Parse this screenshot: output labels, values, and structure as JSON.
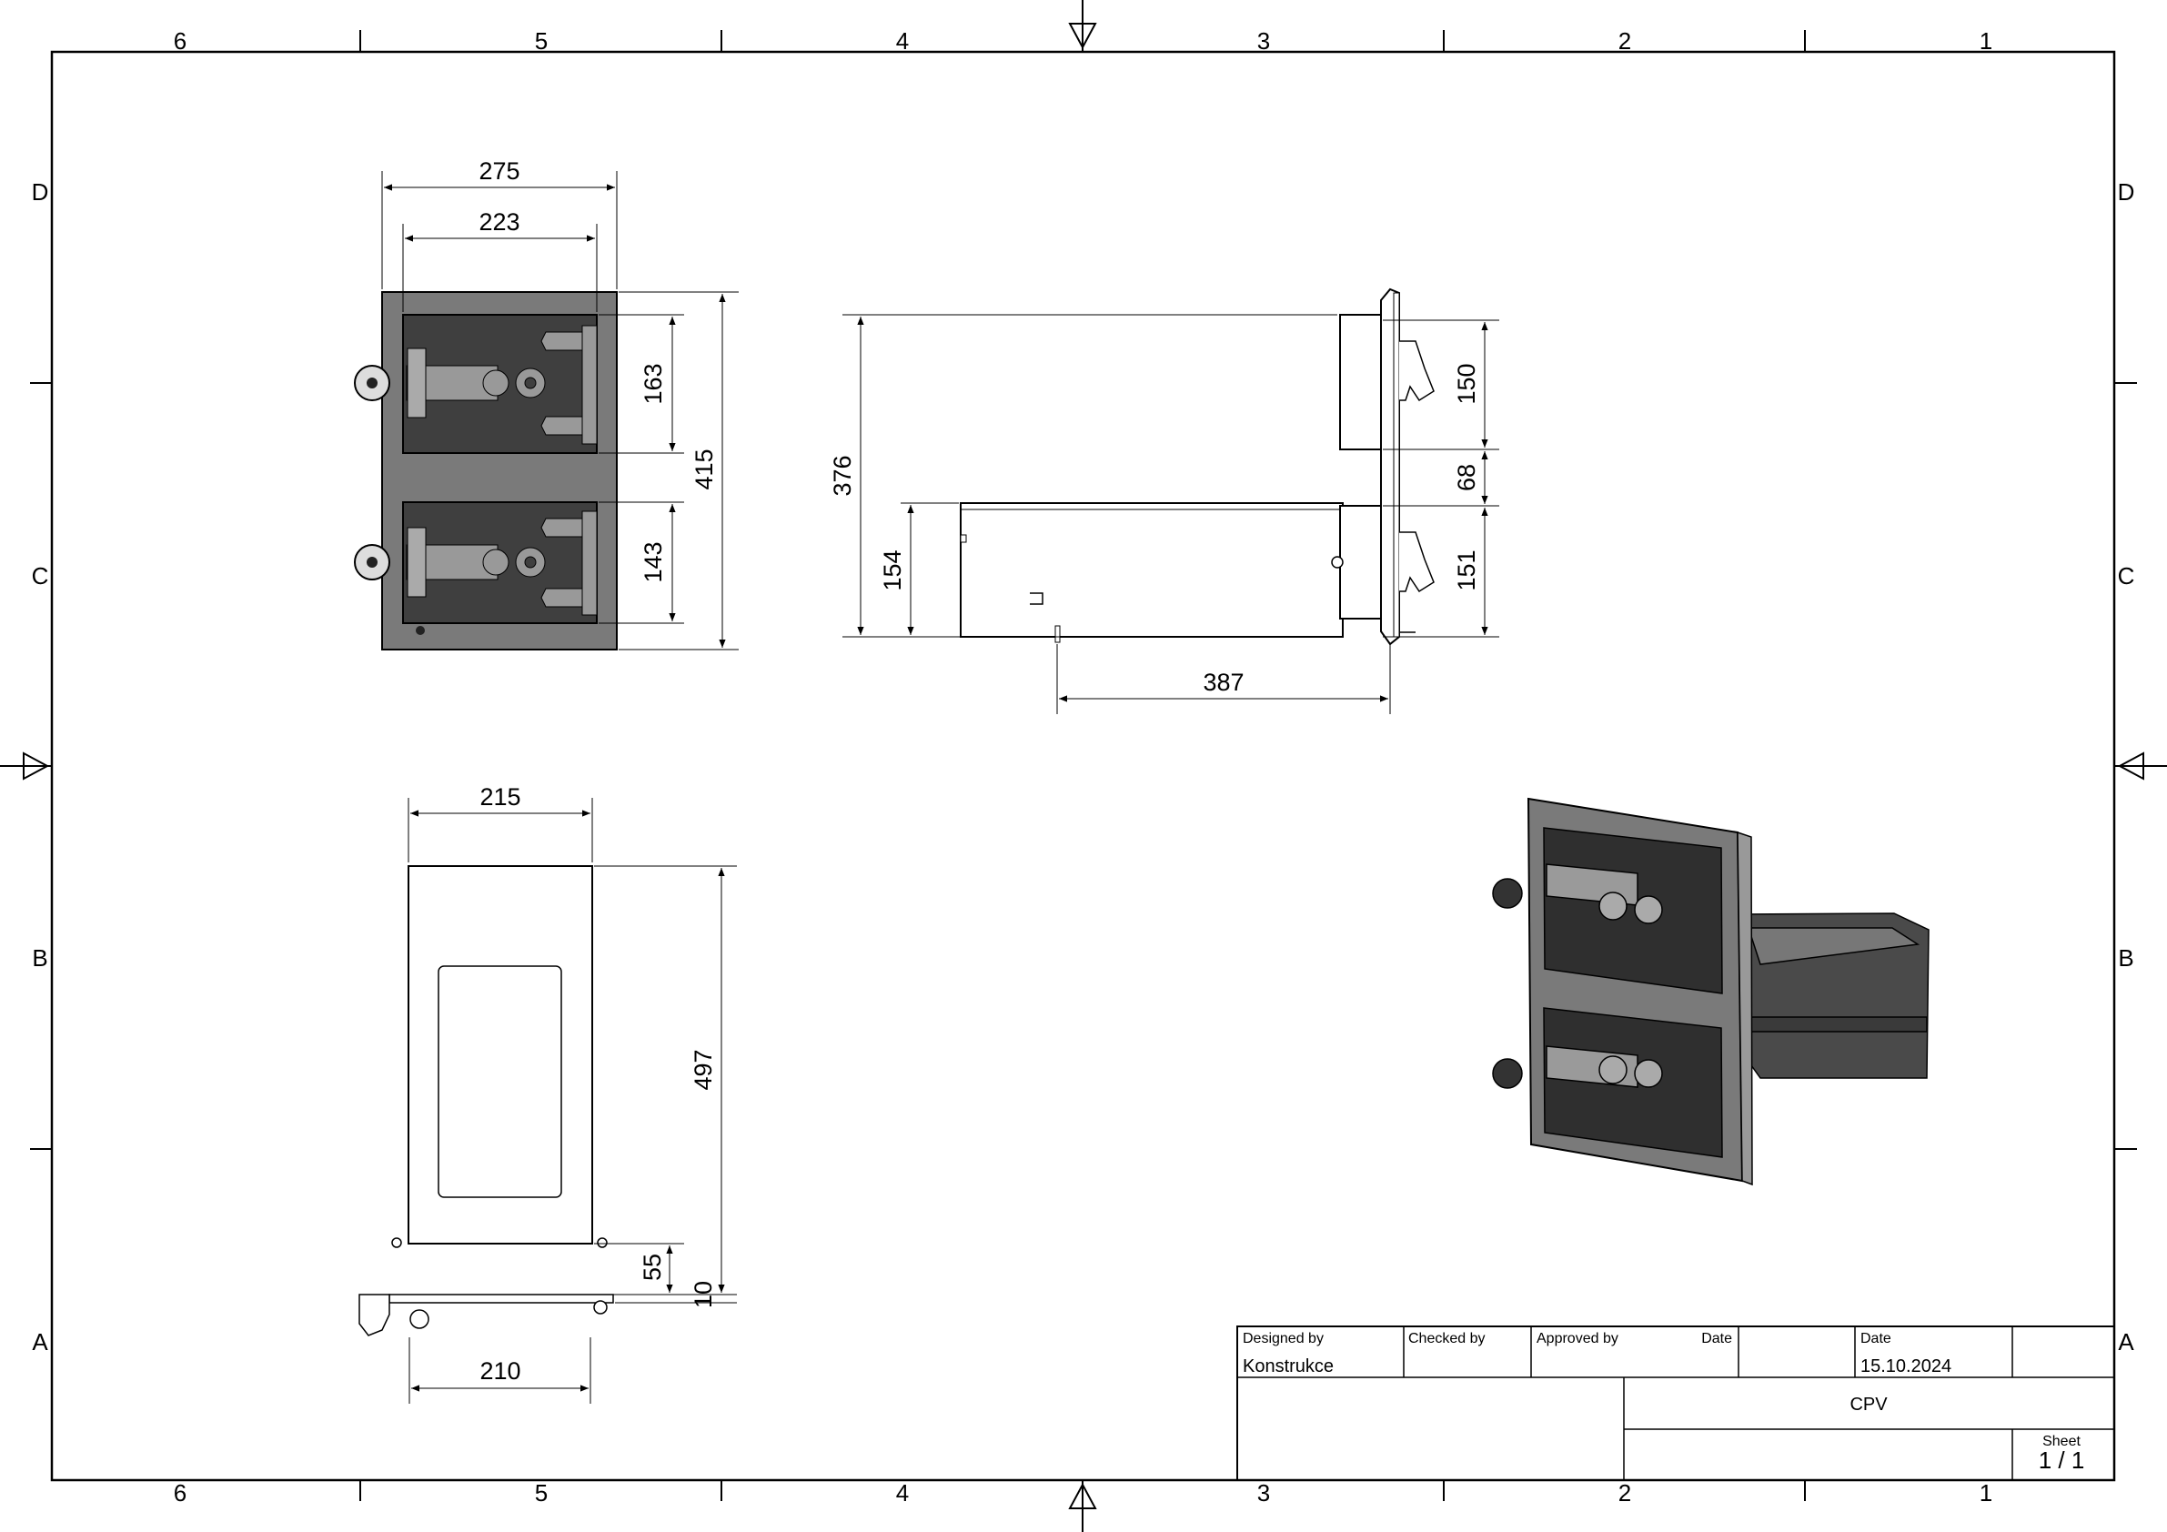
{
  "zones": {
    "columns": [
      "6",
      "5",
      "4",
      "3",
      "2",
      "1"
    ],
    "rows": [
      "D",
      "C",
      "B",
      "A"
    ]
  },
  "front_view": {
    "dims": {
      "outer_width": "275",
      "inner_width": "223",
      "upper_door_height": "163",
      "lower_door_height": "143",
      "total_height": "415"
    }
  },
  "side_view": {
    "dims": {
      "total_height": "376",
      "body_height": "154",
      "upper_door_height": "150",
      "door_gap": "68",
      "lower_door_height": "151",
      "body_depth": "387"
    }
  },
  "top_view": {
    "dims": {
      "top_width": "215",
      "depth": "497",
      "offset": "55",
      "thickness": "10",
      "bottom_width": "210"
    }
  },
  "title_block": {
    "designed_by_label": "Designed by",
    "designed_by_value": "Konstrukce",
    "checked_by_label": "Checked by",
    "approved_by_label": "Approved by",
    "date_label_1": "Date",
    "date_label_2": "Date",
    "date_value": "15.10.2024",
    "title": "CPV",
    "sheet_label": "Sheet",
    "sheet_value": "1 / 1"
  }
}
